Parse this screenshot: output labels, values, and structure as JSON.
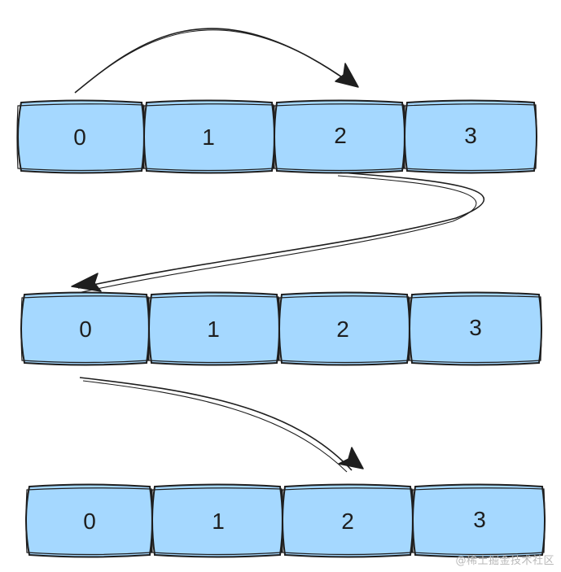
{
  "colors": {
    "cell_fill": "#a5d8ff",
    "stroke": "#1e1e1e",
    "background": "#ffffff"
  },
  "rows": [
    {
      "cells": [
        "0",
        "1",
        "2",
        "3"
      ]
    },
    {
      "cells": [
        "0",
        "1",
        "2",
        "3"
      ]
    },
    {
      "cells": [
        "0",
        "1",
        "2",
        "3"
      ]
    }
  ],
  "watermark": "@稀土掘金技术社区"
}
